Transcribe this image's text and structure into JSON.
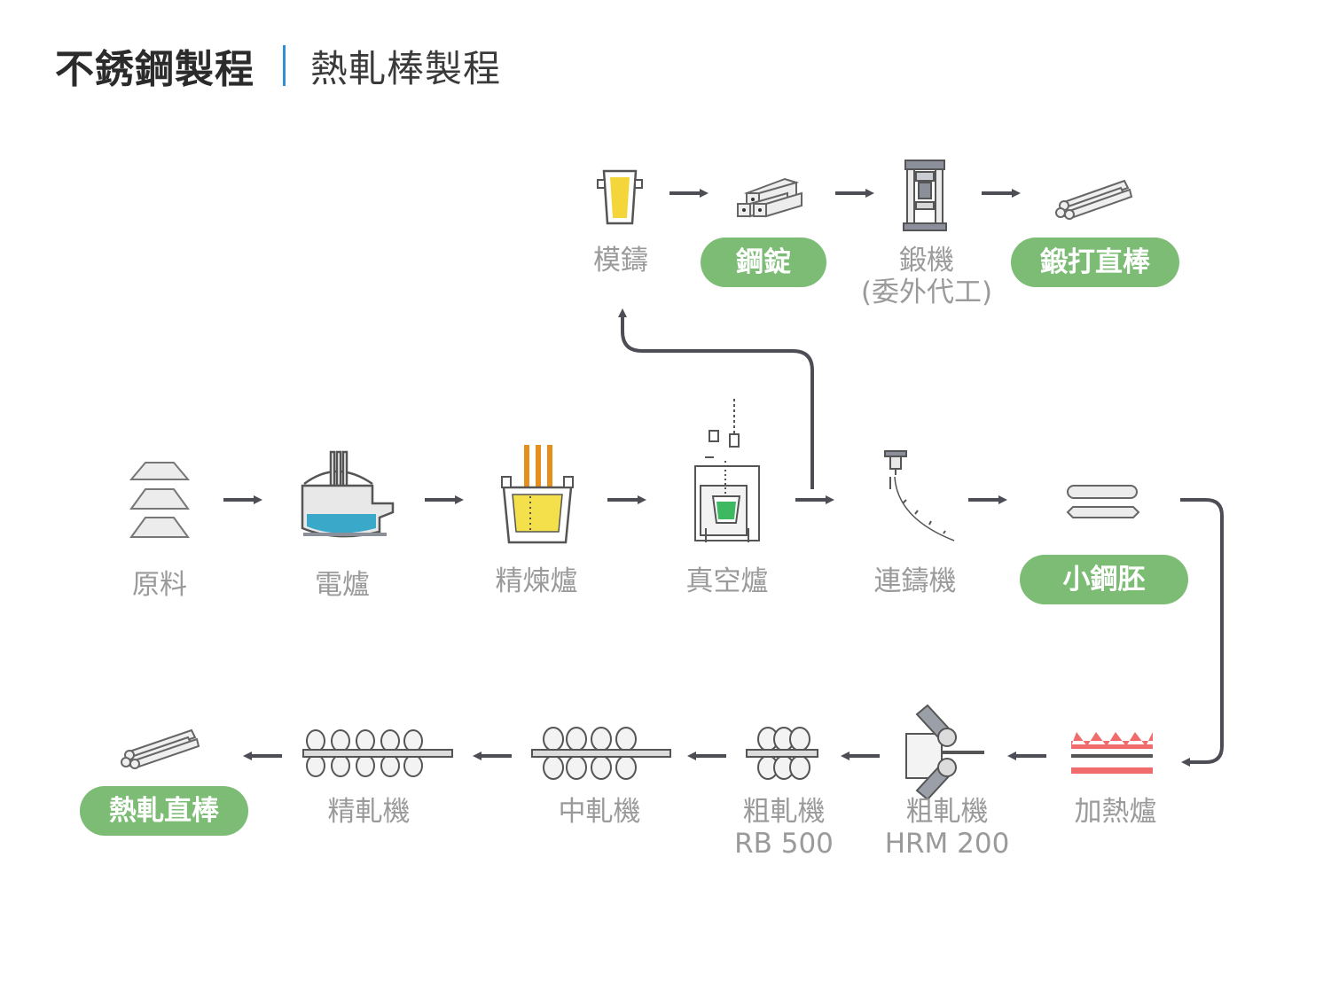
{
  "header": {
    "title": "不銹鋼製程",
    "subtitle": "熱軋棒製程"
  },
  "row1": {
    "ingot_casting": "模鑄",
    "steel_ingot": "鋼錠",
    "forging_machine_line1": "鍛機",
    "forging_machine_line2": "(委外代工)",
    "forged_bar": "鍛打直棒"
  },
  "row2": {
    "raw_material": "原料",
    "electric_furnace": "電爐",
    "refining_furnace": "精煉爐",
    "vacuum_furnace": "真空爐",
    "continuous_caster": "連鑄機",
    "billet": "小鋼胚"
  },
  "row3": {
    "reheating_furnace": "加熱爐",
    "roughing_hrm_line1": "粗軋機",
    "roughing_hrm_line2": "HRM 200",
    "roughing_rb_line1": "粗軋機",
    "roughing_rb_line2": "RB 500",
    "intermediate_mill": "中軋機",
    "finishing_mill": "精軋機",
    "hot_rolled_bar": "熱軋直棒"
  },
  "colors": {
    "accent_green": "#7cbc75",
    "separator_blue": "#2f8fd6",
    "arrow": "#4d4d55",
    "label_gray": "#9a9a9a",
    "furnace_red": "#f06b6b"
  }
}
